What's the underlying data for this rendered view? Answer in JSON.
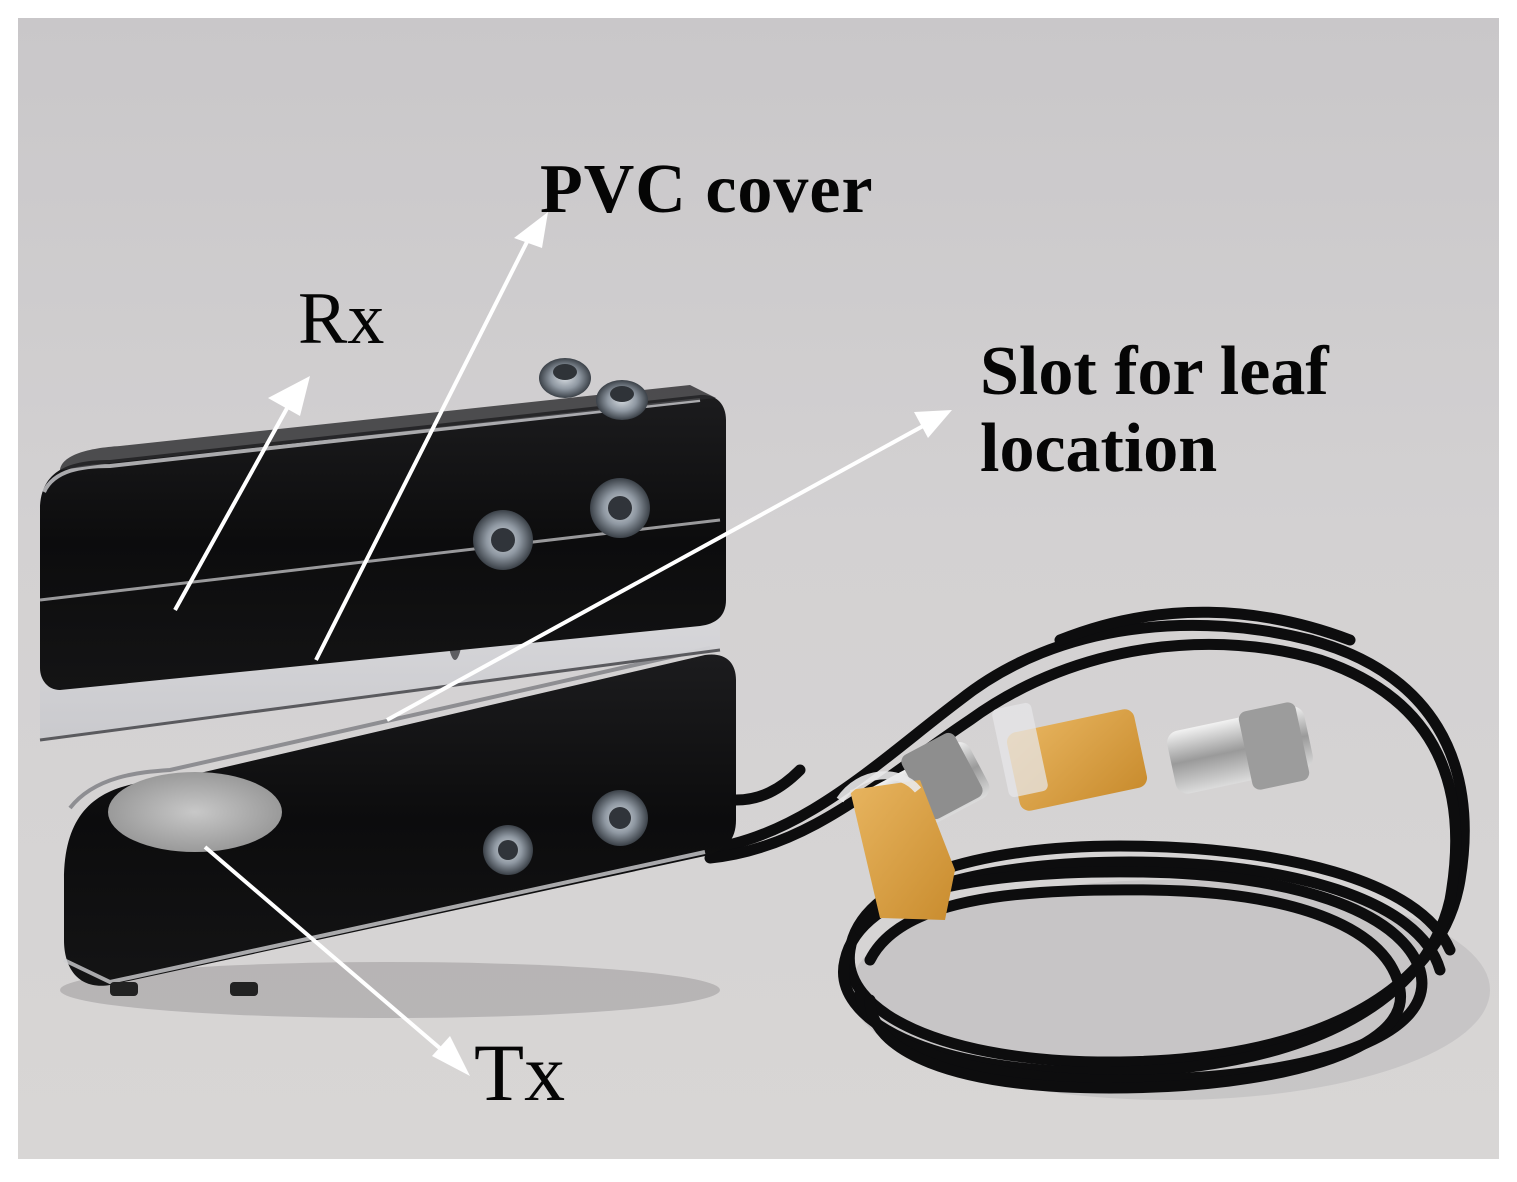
{
  "figure": {
    "subject": "leaf sensor clip with coaxial cables",
    "background_color": "#d2d0d1",
    "labels": {
      "pvc_cover": "PVC cover",
      "rx": "Rx",
      "slot_line1": "Slot for leaf",
      "slot_line2": "location",
      "tx": "Tx"
    },
    "arrow_color": "#ffffff"
  }
}
